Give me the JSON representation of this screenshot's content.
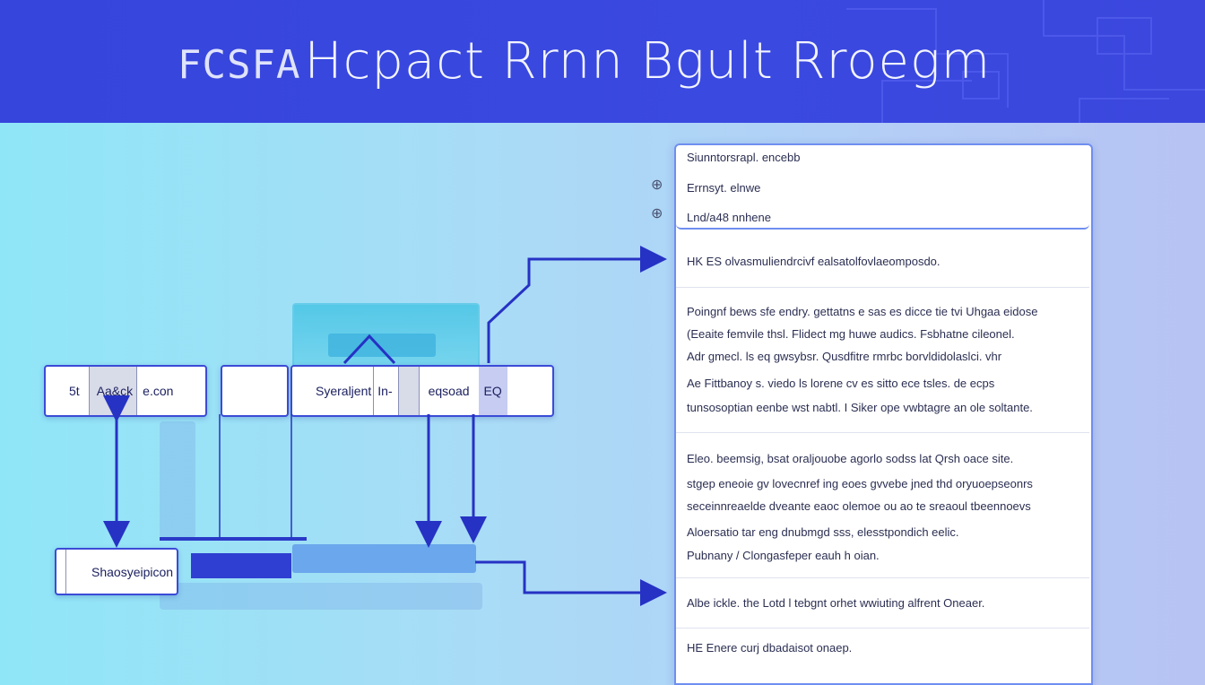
{
  "header": {
    "title_prefix": "FCSFA",
    "title": "Hcpact Rrnn Bgult Rroegm"
  },
  "diagram": {
    "box_top_left": {
      "left": "5t",
      "seg": "Aa&ck",
      "right": "e.con"
    },
    "box_top_mid": {
      "label": ""
    },
    "box_top_right": {
      "a": "Syeraljent",
      "b": "In-",
      "c": "eqsoad",
      "d": "EQ"
    },
    "box_bottom": {
      "label": "Shaosyeipicon"
    }
  },
  "doc": {
    "head": [
      "Siunntorsrapl. encebb",
      "Errnsyt. elnwe",
      "Lnd/a48 nnhene"
    ],
    "line1": "HK  ES  olvasmuliendrcivf ealsatolfovlaeomposdo.",
    "para1": [
      "Poingnf bews sfe endry. gettatns e sas es dicce tie  tvi Uhgaa eidose",
      "(Eeaite femvile thsl. Flidect mg huwe audics. Fsbhatne cileonel.",
      "Adr gmecl. ls eq gwsybsr. Qusdfitre rmrbc borvldidolaslci. vhr",
      "Ae  Fittbanoy s.  viedo ls  lorene  cv es sitto ece  tsles. de ecps",
      "tunsosoptian eenbe wst nabtl. I Siker ope vwbtagre an ole soltante."
    ],
    "para2": [
      "Eleo. beemsig, bsat oraljouobe agorlo sodss lat Qrsh oace site.",
      "stgep eneoie  gv  lovecnref  ing  eoes  gvvebe jned thd  oryuoepseonrs",
      "seceinnreaelde dveante eaoc olemoe ou ao te sreaoul tbeennoevs",
      "  Aloersatio tar eng dnubmgd sss, elesstpondich eelic.",
      "Pubnany / Clongasfeper eauh h oian."
    ],
    "line_bottom": "Albe ickle. the Lotd l tebgnt orhet wwiuting alfrent Oneaer.",
    "line_last": "HE  Enere  curj dbadaisot onaep."
  },
  "colors": {
    "header_bg": "#3645dc",
    "arrow": "#2632c4",
    "box_border": "#3b4bd6"
  },
  "icons": [
    "circle-cross-icon",
    "circle-cross-icon"
  ]
}
